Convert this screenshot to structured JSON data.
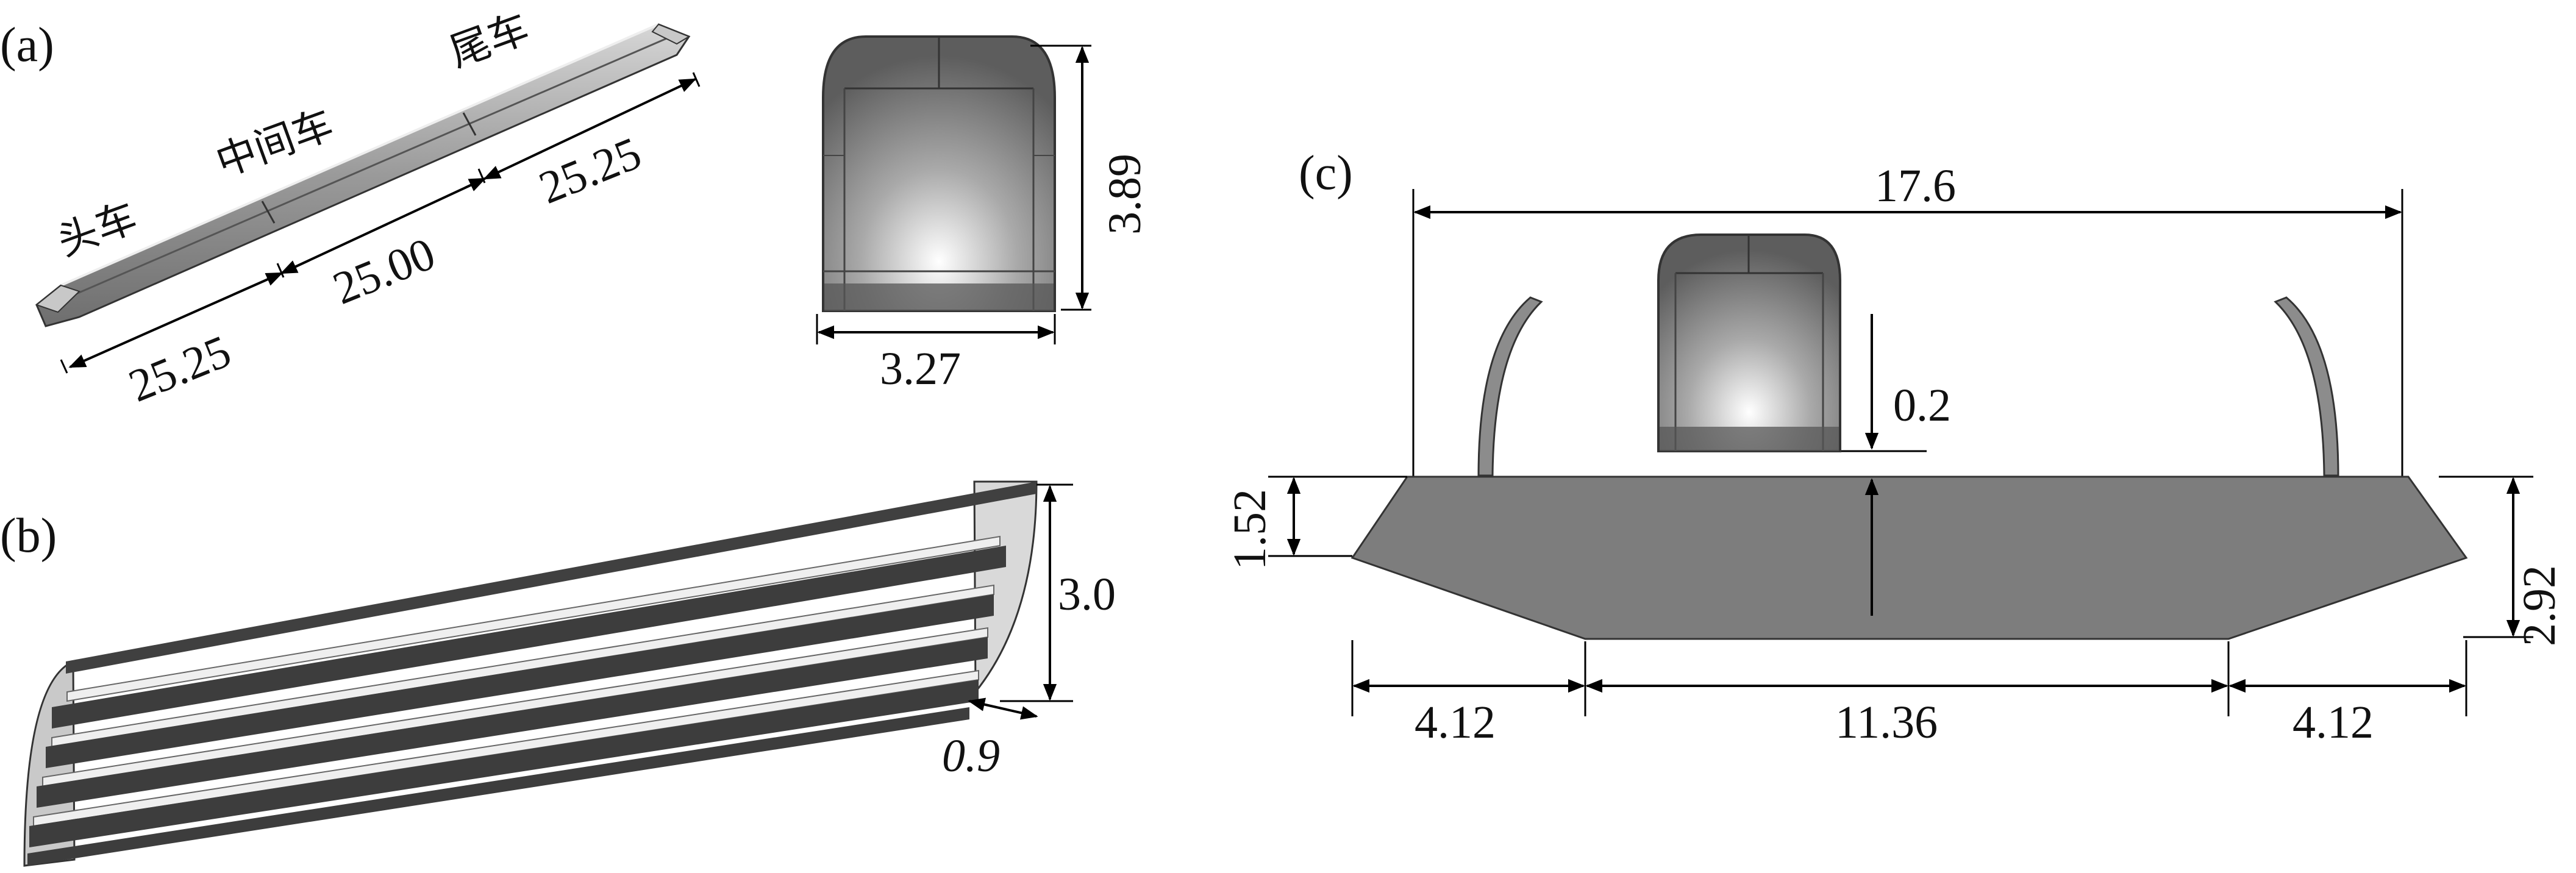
{
  "panels": {
    "a": {
      "label": "(a)",
      "car_labels": {
        "head": "头车",
        "middle": "中间车",
        "tail": "尾车"
      },
      "dimensions": {
        "head_length": "25.25",
        "middle_length": "25.00",
        "tail_length": "25.25",
        "width": "3.27",
        "height": "3.89"
      }
    },
    "b": {
      "label": "(b)",
      "dimensions": {
        "height": "3.0",
        "spacing": "0.9"
      }
    },
    "c": {
      "label": "(c)",
      "dimensions": {
        "top_width": "17.6",
        "gap": "0.2",
        "left_height": "1.52",
        "right_height": "2.92",
        "left_base": "4.12",
        "middle_base": "11.36",
        "right_base": "4.12"
      }
    }
  }
}
